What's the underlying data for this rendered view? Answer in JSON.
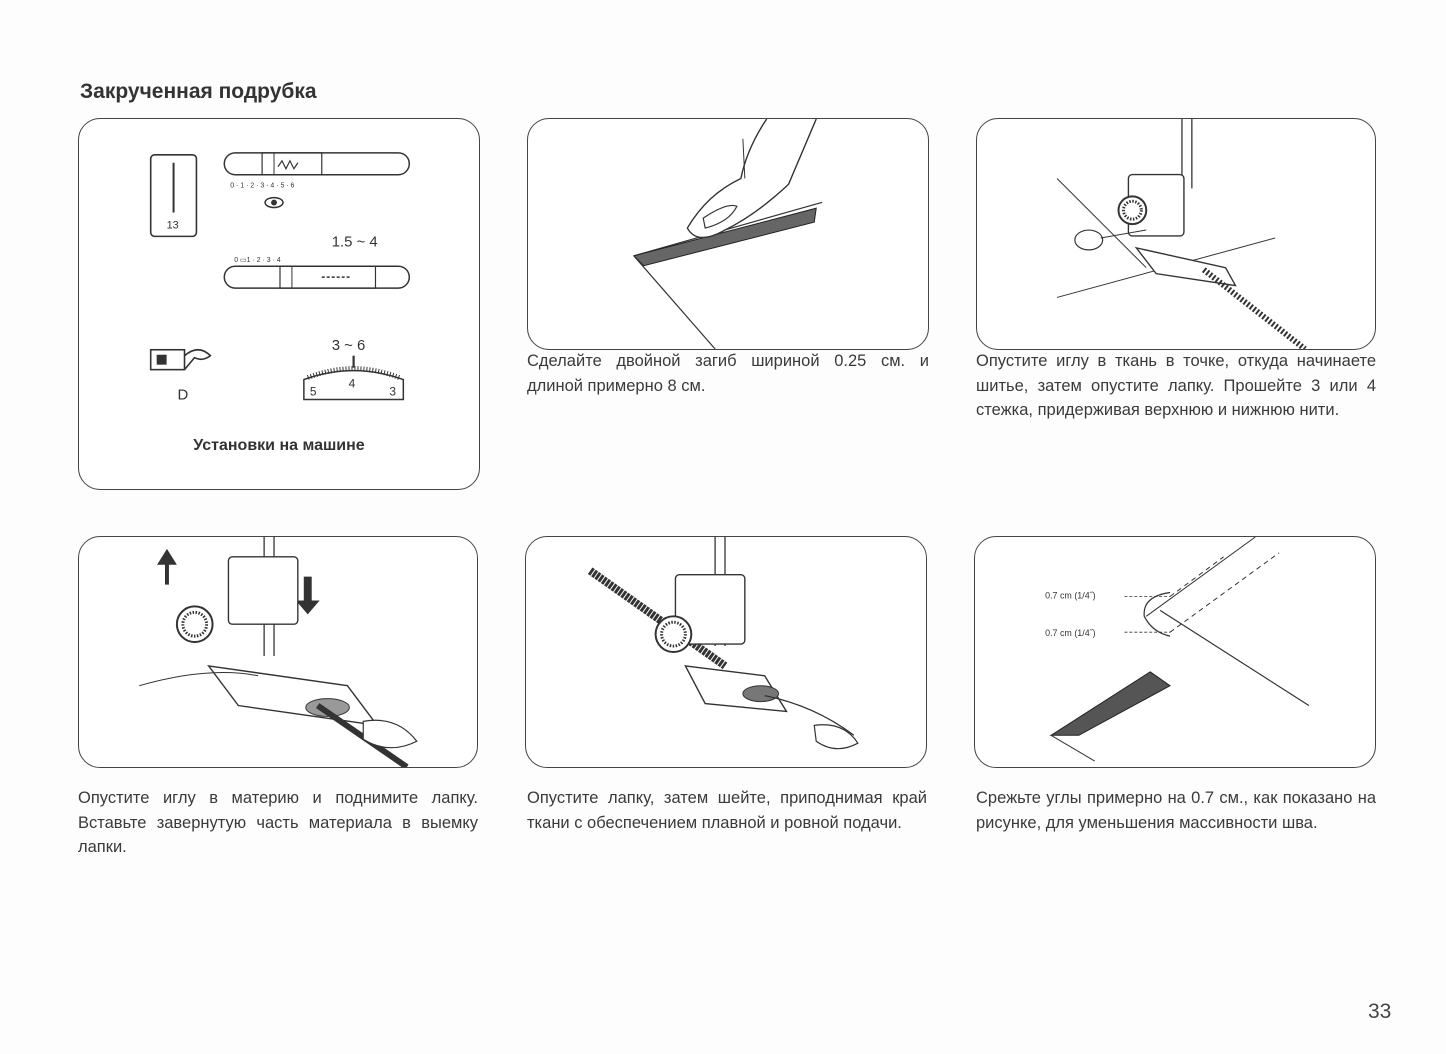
{
  "title": "Закрученная подрубка",
  "settings": {
    "label": "Установки на машине",
    "pattern_number": "13",
    "width_scale": "0 · 1 · 2 · 3 · 4 · 5 · 6",
    "length_range": "1.5 ~ 4",
    "length_scale": "0 ▭1 · 2 · 3 · 4",
    "foot_letter": "D",
    "tension_range": "3 ~ 6",
    "tension_dial": [
      "5",
      "4",
      "3"
    ]
  },
  "steps": [
    {
      "caption": "Сделайте двойной загиб шириной 0.25 см. и длиной примерно 8 см."
    },
    {
      "caption": "Опустите иглу в ткань в точке, откуда начинаете шитье, затем опустите лапку. Прошейте 3 или 4 стежка, придерживая верхнюю и нижнюю нити."
    },
    {
      "caption": "Опустите иглу в материю и поднимите лапку. Вставьте завернутую часть материала в выемку лапки."
    },
    {
      "caption": "Опустите лапку, затем шейте, приподнимая край ткани с обеспечением плавной и ровной подачи."
    },
    {
      "caption": "Срежьте углы примерно на 0.7 см., как показано на рисунке, для уменьшения массивности шва."
    }
  ],
  "trim_labels": [
    "0.7 cm (1/4˝)",
    "0.7 cm (1/4˝)"
  ],
  "page_number": "33"
}
